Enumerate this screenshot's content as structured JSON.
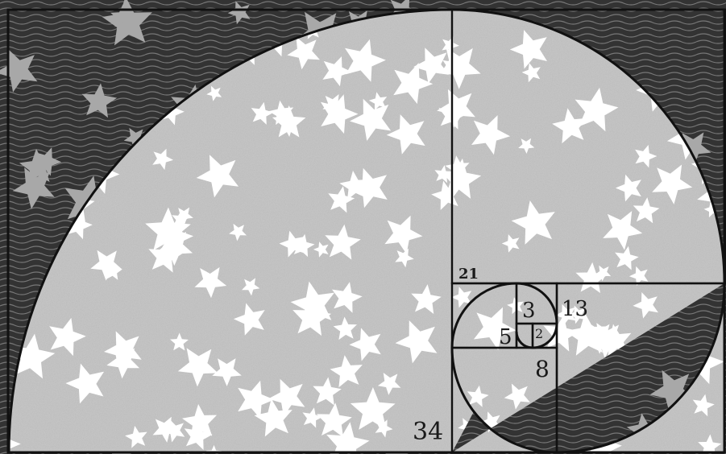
{
  "artwork": {
    "background_color": "#3a3a3a",
    "inner_fill_color": "#c7c7c7",
    "star_color": "#ffffff",
    "line_color": "#111111",
    "labels": {
      "n34": "34",
      "n21": "21",
      "n13": "13",
      "n8": "8",
      "n5": "5",
      "n3": "3",
      "n2": "2"
    }
  }
}
